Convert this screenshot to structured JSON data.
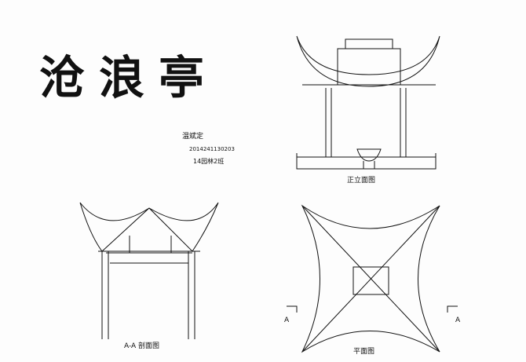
{
  "title": "沧浪亭",
  "author": {
    "name": "温斌定",
    "student_id": "2014241130203",
    "class": "14园林2班"
  },
  "views": {
    "front": "正立面图",
    "section": "A-A 剖面图",
    "plan": "平面图",
    "section_mark_left": "A",
    "section_mark_right": "A"
  }
}
